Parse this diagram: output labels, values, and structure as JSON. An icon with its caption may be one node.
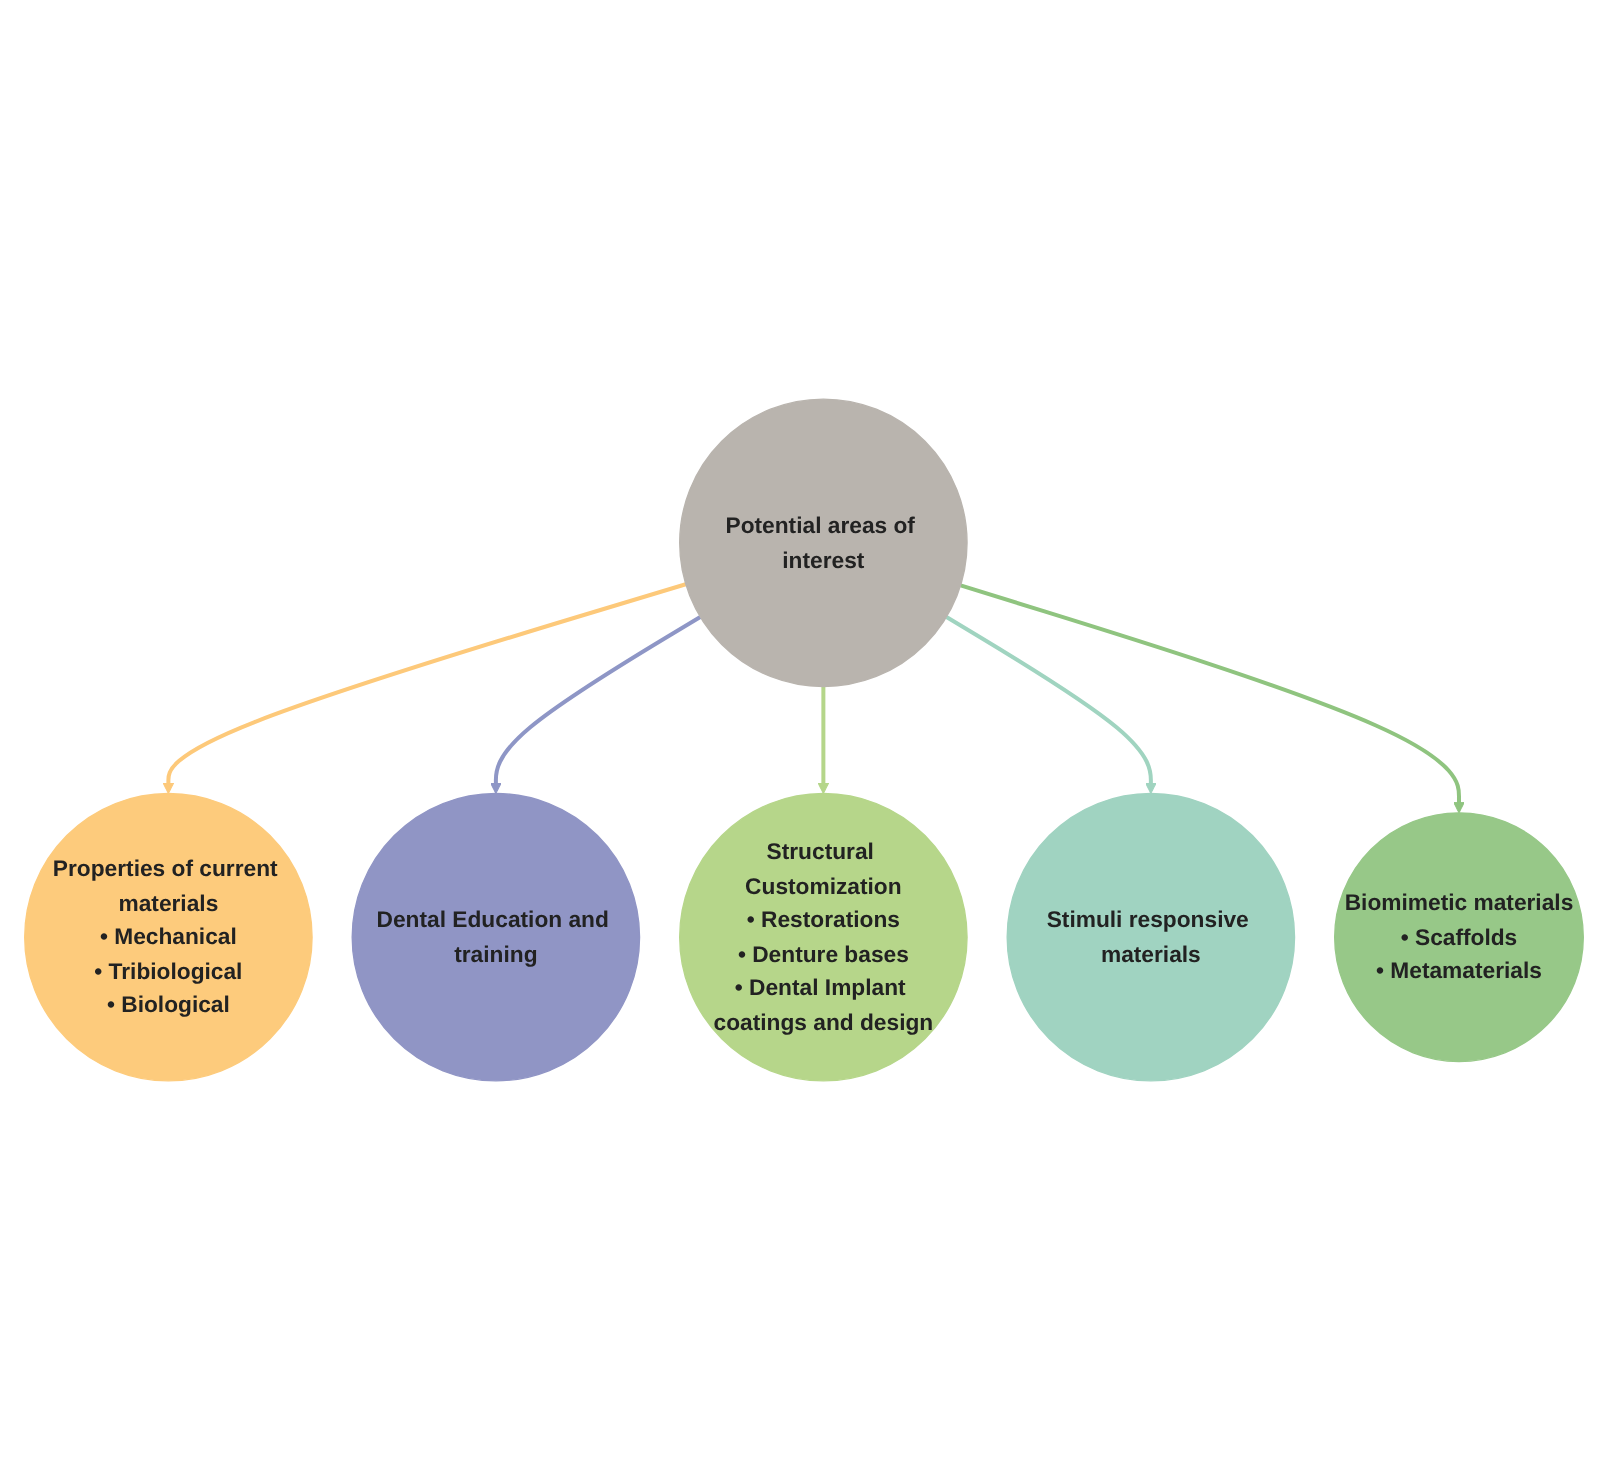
{
  "diagram": {
    "nodes": [
      {
        "text": [
          "Potential areas of interest"
        ]
      },
      {
        "text": [
          "Properties of current materials",
          "• Mechanical",
          "• Tribiological",
          "• Biological"
        ]
      },
      {
        "text": [
          "Dental Education and training"
        ]
      },
      {
        "text": [
          "Structural Customization",
          "• Restorations",
          "• Denture bases",
          "• Dental Implant coatings and design"
        ]
      },
      {
        "text": [
          "Stimuli responsive materials"
        ]
      },
      {
        "text": [
          "Biomimetic materials",
          "• Scaffolds",
          "• Metamaterials"
        ]
      }
    ],
    "edges": [
      {
        "from": 0,
        "to": 1,
        "arrow": "to",
        "color": "#fdc97a"
      },
      {
        "from": 0,
        "to": 2,
        "arrow": "to",
        "color": "#8e96c6"
      },
      {
        "from": 0,
        "to": 3,
        "arrow": "to",
        "color": "#b5d68a"
      },
      {
        "from": 0,
        "to": 4,
        "arrow": "to",
        "color": "#a0d4c0"
      },
      {
        "from": 0,
        "to": 5,
        "arrow": "to",
        "color": "#8fc47f"
      }
    ]
  }
}
